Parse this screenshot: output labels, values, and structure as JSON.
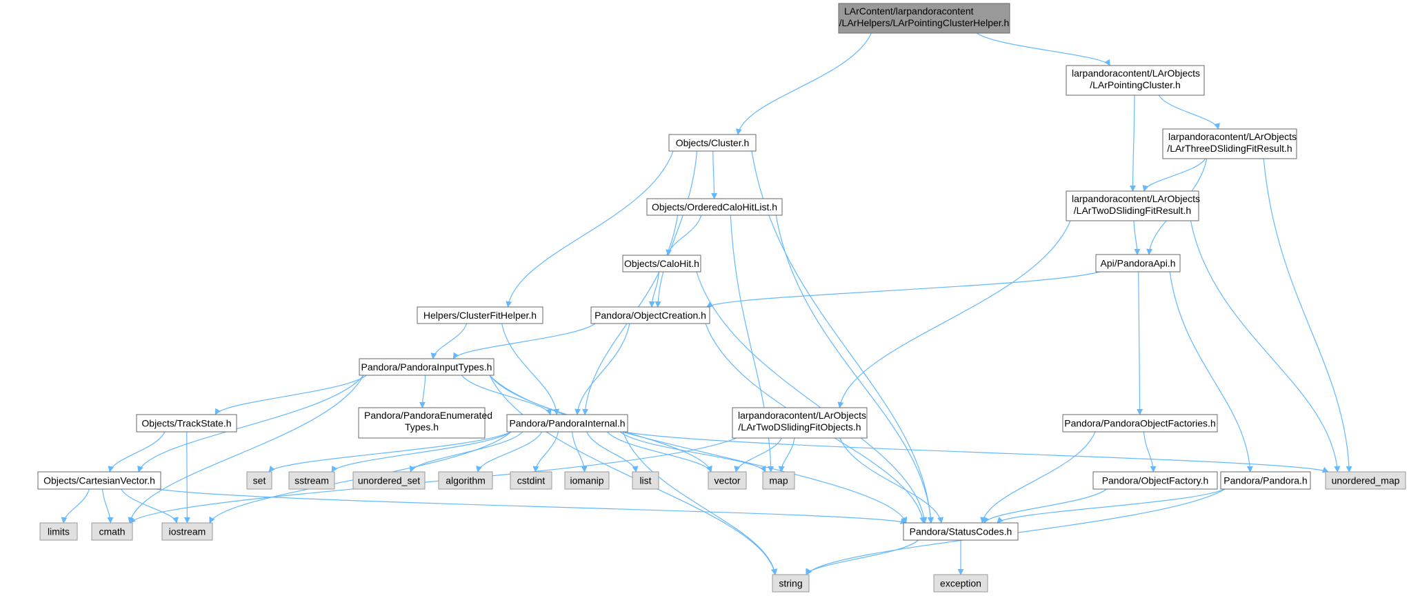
{
  "colors": {
    "edge": "#63b8ff",
    "focus_fill": "#999999",
    "focus_border": "#666666",
    "node_fill": "#ffffff",
    "node_border": "#666666",
    "system_fill": "#e0e0e0",
    "system_border": "#999999",
    "text": "#000000"
  },
  "nodes": {
    "root": [
      "LArContent/larpandoracontent",
      "/LArHelpers/LArPointingClusterHelper.h"
    ],
    "larpointingcluster": [
      "larpandoracontent/LArObjects",
      "/LArPointingCluster.h"
    ],
    "cluster": [
      "Objects/Cluster.h"
    ],
    "threedsliding": [
      "larpandoracontent/LArObjects",
      "/LArThreeDSlidingFitResult.h"
    ],
    "orderedcalohitlist": [
      "Objects/OrderedCaloHitList.h"
    ],
    "twodsliding": [
      "larpandoracontent/LArObjects",
      "/LArTwoDSlidingFitResult.h"
    ],
    "calohit": [
      "Objects/CaloHit.h"
    ],
    "pandoraapi": [
      "Api/PandoraApi.h"
    ],
    "clusterfithelper": [
      "Helpers/ClusterFitHelper.h"
    ],
    "objectcreation": [
      "Pandora/ObjectCreation.h"
    ],
    "inputtypes": [
      "Pandora/PandoraInputTypes.h"
    ],
    "trackstate": [
      "Objects/TrackState.h"
    ],
    "enumeratedtypes": [
      "Pandora/PandoraEnumerated",
      "Types.h"
    ],
    "pandorainternal": [
      "Pandora/PandoraInternal.h"
    ],
    "twodslidingobjects": [
      "larpandoracontent/LArObjects",
      "/LArTwoDSlidingFitObjects.h"
    ],
    "objectfactories": [
      "Pandora/PandoraObjectFactories.h"
    ],
    "cartesianvector": [
      "Objects/CartesianVector.h"
    ],
    "objectfactory": [
      "Pandora/ObjectFactory.h"
    ],
    "pandorah": [
      "Pandora/Pandora.h"
    ],
    "statuscodes": [
      "Pandora/StatusCodes.h"
    ],
    "set": [
      "set"
    ],
    "sstream": [
      "sstream"
    ],
    "unordered_set": [
      "unordered_set"
    ],
    "algorithm": [
      "algorithm"
    ],
    "cstdint": [
      "cstdint"
    ],
    "iomanip": [
      "iomanip"
    ],
    "list": [
      "list"
    ],
    "vector": [
      "vector"
    ],
    "map": [
      "map"
    ],
    "unordered_map": [
      "unordered_map"
    ],
    "limits": [
      "limits"
    ],
    "cmath": [
      "cmath"
    ],
    "iostream": [
      "iostream"
    ],
    "string": [
      "string"
    ],
    "exception": [
      "exception"
    ]
  }
}
